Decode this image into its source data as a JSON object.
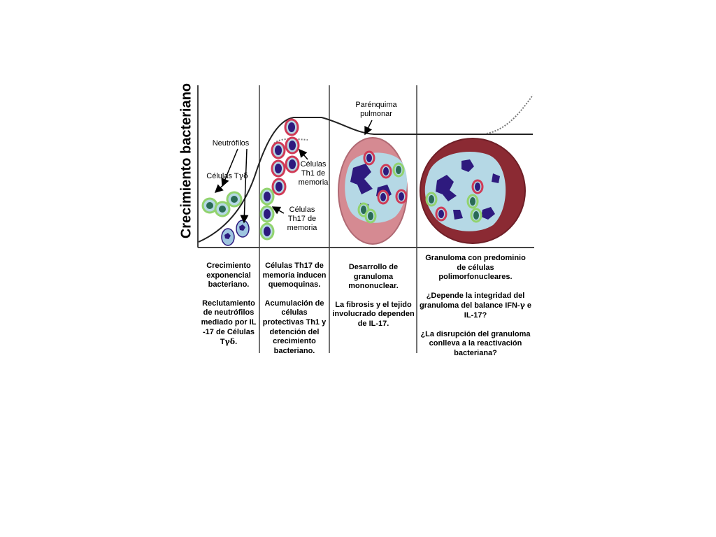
{
  "y_axis_label": "Crecimiento bacteriano",
  "annotations": {
    "parenquima": "Parénquima pulmonar",
    "neutrofilos": "Neutrófilos",
    "celulas_tgd_prefix": "Células T",
    "celulas_tgd_greek": "γδ",
    "th1": "Células Th1 de memoria",
    "th17": "Células Th17 de memoria"
  },
  "panels": [
    {
      "p1": "Crecimiento exponencial bacteriano.",
      "p2_prefix": "Reclutamiento de neutrófilos mediado por IL-17 de Células T",
      "p2_greek": "γδ",
      "p2_suffix": "."
    },
    {
      "p1": "Células Th17 de memoria inducen quemoquinas.",
      "p2": "Acumulación de células protectivas Th1 y detención del crecimiento bacteriano."
    },
    {
      "p1": "Desarrollo de granuloma mononuclear.",
      "p2": "La fibrosis y el tejido involucrado dependen de IL-17."
    },
    {
      "p1": "Granuloma con predominio de células polimorfonucleares.",
      "p2_prefix": "¿Depende la integridad del granuloma del balance IFN-",
      "p2_greek": "γ",
      "p2_suffix": " e IL-17?",
      "p3": "¿La disrupción del granuloma conlleva a la reactivación bacteriana?"
    }
  ],
  "colors": {
    "granuloma_light": "#d58a92",
    "granuloma_dark": "#8b2a33",
    "cell_blue": "#b5d8e5",
    "nucleus": "#2e1a7e",
    "th17_border": "#92d36e",
    "th1_border": "#d03a56"
  }
}
